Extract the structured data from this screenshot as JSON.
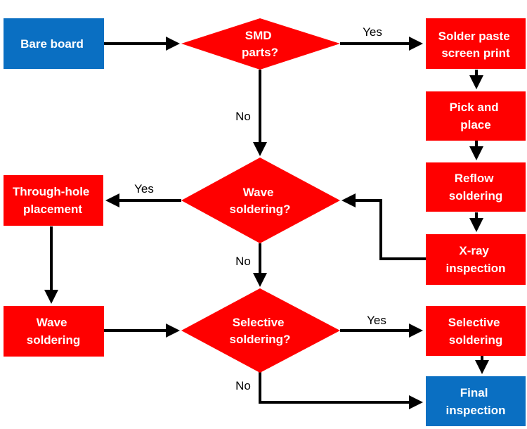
{
  "colors": {
    "process_red": "#ff0000",
    "terminal_blue": "#0a6fc2",
    "decision_red": "#ff0000",
    "arrow": "#000000",
    "text_light": "#ffffff",
    "text_dark": "#000000"
  },
  "nodes": {
    "bare_board": {
      "lines": [
        "Bare board"
      ]
    },
    "smd_parts": {
      "lines": [
        "SMD",
        "parts?"
      ]
    },
    "solder_paste": {
      "lines": [
        "Solder paste",
        "screen print"
      ]
    },
    "pick_place": {
      "lines": [
        "Pick and",
        "place"
      ]
    },
    "reflow": {
      "lines": [
        "Reflow",
        "soldering"
      ]
    },
    "xray": {
      "lines": [
        "X-ray",
        "inspection"
      ]
    },
    "wave_decision": {
      "lines": [
        "Wave",
        "soldering?"
      ]
    },
    "through_hole": {
      "lines": [
        "Through-hole",
        "placement"
      ]
    },
    "wave_process": {
      "lines": [
        "Wave",
        "soldering"
      ]
    },
    "selective_decision": {
      "lines": [
        "Selective",
        "soldering?"
      ]
    },
    "selective_process": {
      "lines": [
        "Selective",
        "soldering"
      ]
    },
    "final": {
      "lines": [
        "Final",
        "inspection"
      ]
    }
  },
  "edge_labels": {
    "smd_yes": "Yes",
    "smd_no": "No",
    "wave_yes": "Yes",
    "wave_no": "No",
    "selective_yes": "Yes",
    "selective_no": "No"
  }
}
